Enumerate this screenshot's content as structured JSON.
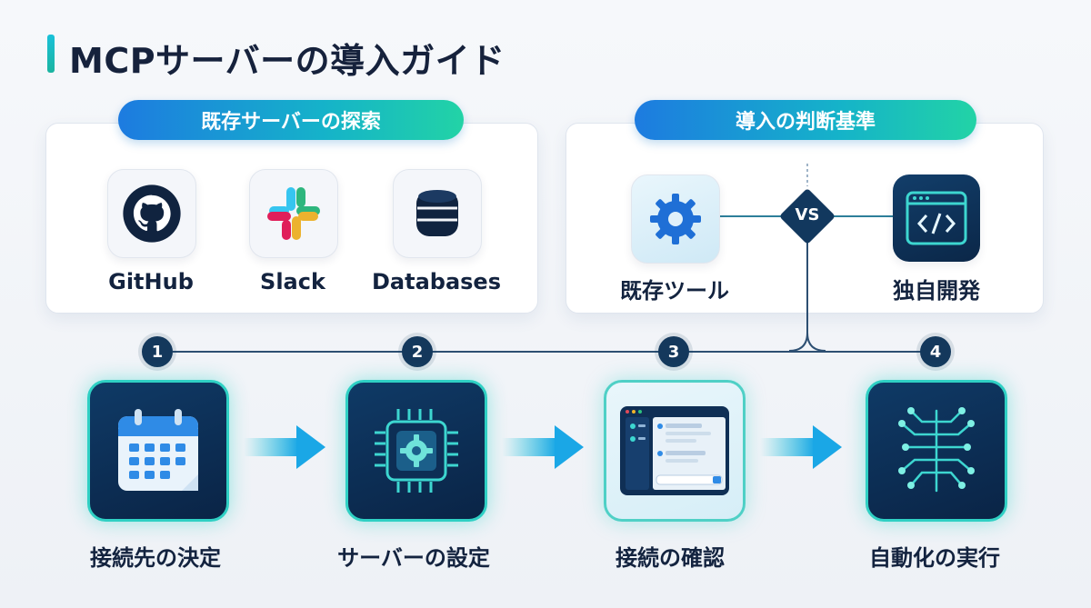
{
  "title": "MCPサーバーの導入ガイド",
  "explore": {
    "header": "既存サーバーの探索",
    "apps": [
      {
        "label": "GitHub",
        "icon": "github-icon"
      },
      {
        "label": "Slack",
        "icon": "slack-icon"
      },
      {
        "label": "Databases",
        "icon": "database-icon"
      }
    ]
  },
  "criteria": {
    "header": "導入の判断基準",
    "left_label": "既存ツール",
    "vs_label": "VS",
    "right_label": "独自開発"
  },
  "steps": [
    {
      "num": "1",
      "label": "接続先の決定",
      "icon": "calendar-icon"
    },
    {
      "num": "2",
      "label": "サーバーの設定",
      "icon": "chip-gear-icon"
    },
    {
      "num": "3",
      "label": "接続の確認",
      "icon": "chat-window-icon"
    },
    {
      "num": "4",
      "label": "自動化の実行",
      "icon": "circuit-icon"
    }
  ]
}
